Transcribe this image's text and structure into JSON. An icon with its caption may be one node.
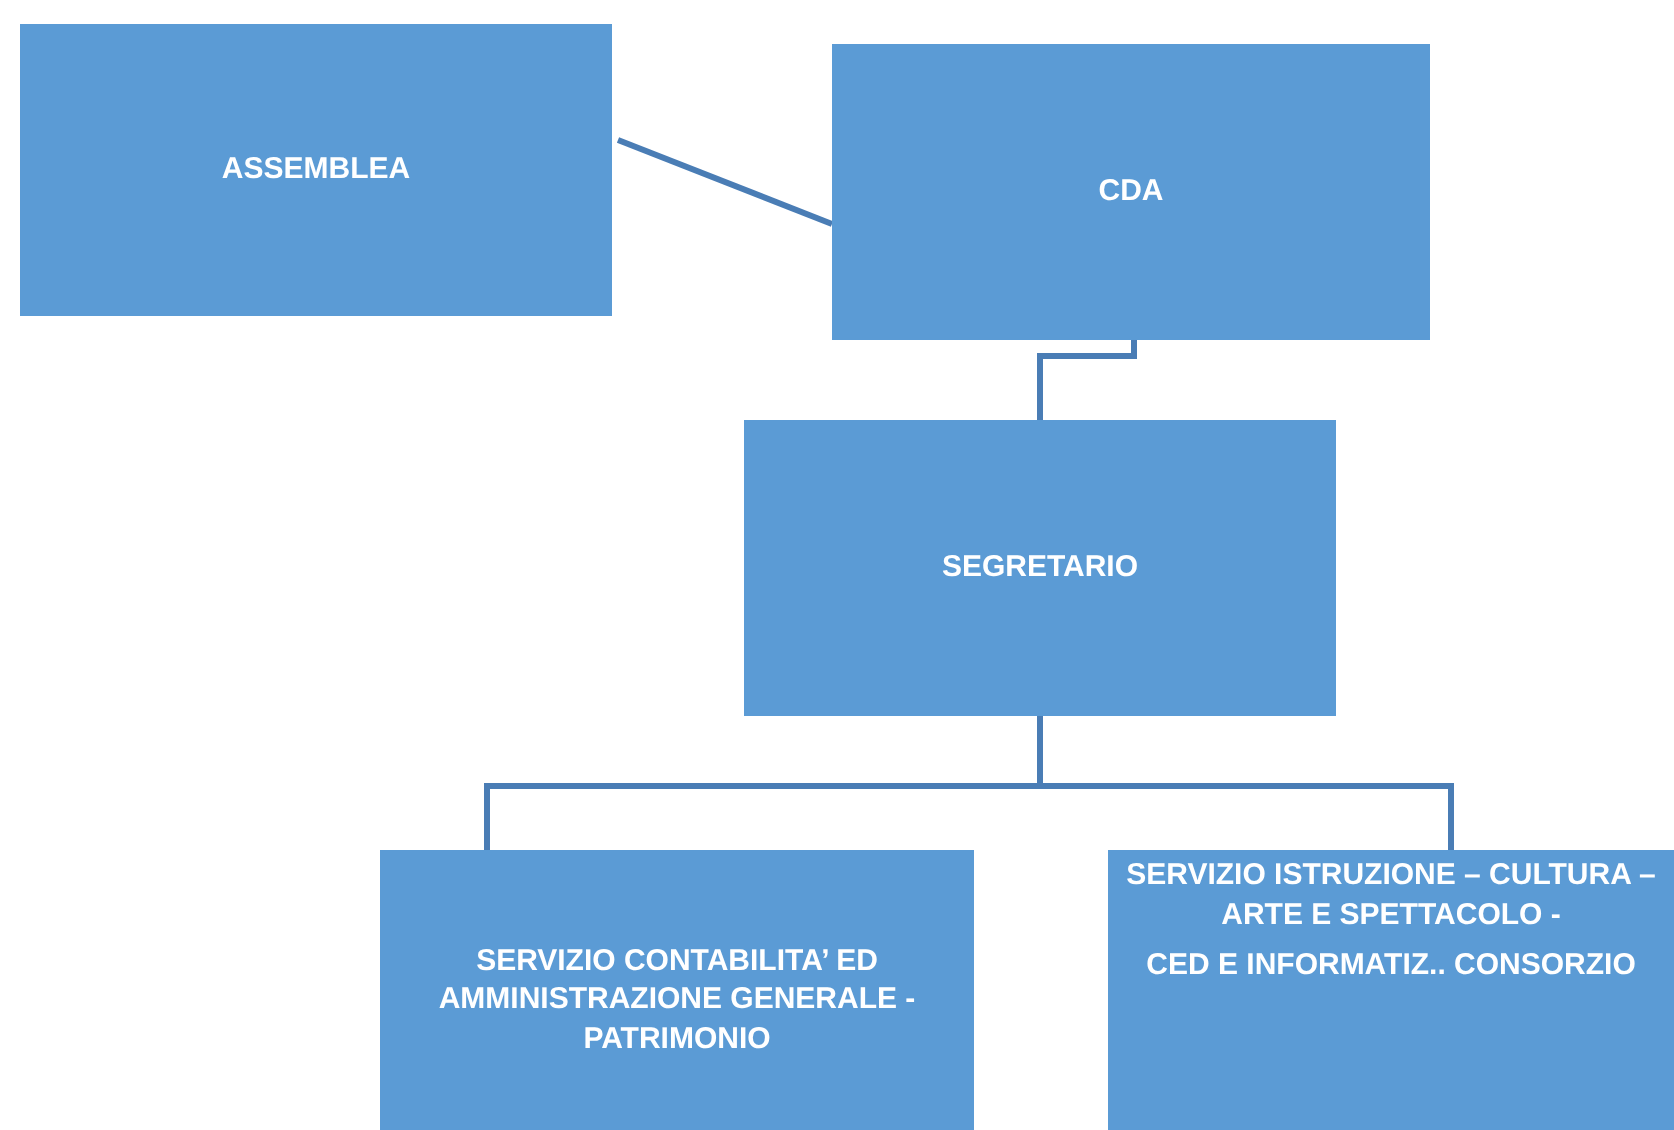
{
  "diagram": {
    "nodes": [
      {
        "text": [
          "ASSEMBLEA"
        ]
      },
      {
        "text": [
          "CDA"
        ]
      },
      {
        "text": [
          "SEGRETARIO"
        ]
      },
      {
        "text": [
          "SERVIZIO CONTABILITA’ ED AMMINISTRAZIONE GENERALE - PATRIMONIO"
        ]
      },
      {
        "text": [
          "SERVIZIO ISTRUZIONE – CULTURA –ARTE E SPETTACOLO -",
          "CED E INFORMATIZ.. CONSORZIO"
        ]
      }
    ],
    "edges": [
      {
        "from": 0,
        "to": 1,
        "arrow": "none"
      },
      {
        "from": 1,
        "to": 2,
        "arrow": "none"
      },
      {
        "from": 2,
        "to": 3,
        "arrow": "none"
      },
      {
        "from": 2,
        "to": 4,
        "arrow": "none"
      }
    ]
  }
}
